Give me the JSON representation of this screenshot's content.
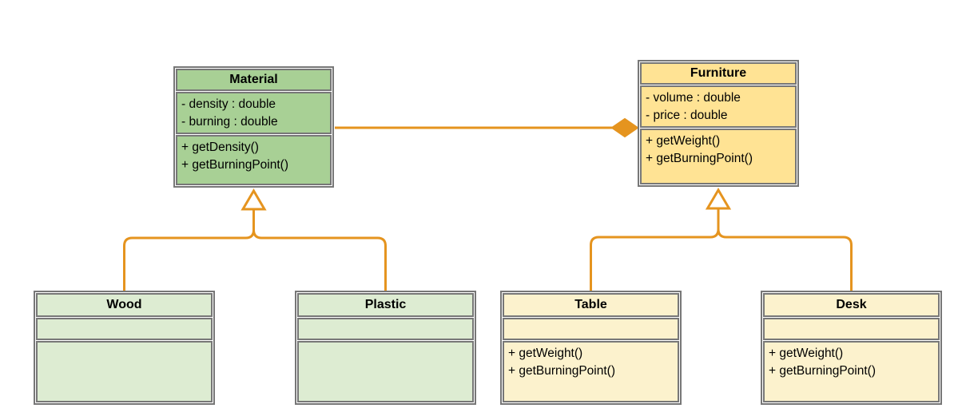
{
  "diagram": {
    "type": "uml-class-diagram",
    "colors": {
      "connector_orange": "#e5941f",
      "border_gray": "#777777",
      "green_fill": "#a8d095",
      "green_light_fill": "#ddecd2",
      "yellow_fill": "#ffe394",
      "yellow_light_fill": "#fcf2cd"
    },
    "classes": [
      {
        "name": "Material",
        "fill": "#a8d095",
        "attributes": [
          "- density : double",
          "- burning : double"
        ],
        "methods": [
          "+ getDensity()",
          "+ getBurningPoint()"
        ]
      },
      {
        "name": "Furniture",
        "fill": "#ffe394",
        "attributes": [
          "- volume : double",
          "- price : double"
        ],
        "methods": [
          "+ getWeight()",
          "+ getBurningPoint()"
        ]
      },
      {
        "name": "Wood",
        "fill": "#ddecd2",
        "attributes": [],
        "methods": []
      },
      {
        "name": "Plastic",
        "fill": "#ddecd2",
        "attributes": [],
        "methods": []
      },
      {
        "name": "Table",
        "fill": "#fcf2cd",
        "attributes": [],
        "methods": [
          "+ getWeight()",
          "+ getBurningPoint()"
        ]
      },
      {
        "name": "Desk",
        "fill": "#fcf2cd",
        "attributes": [],
        "methods": [
          "+ getWeight()",
          "+ getBurningPoint()"
        ]
      }
    ],
    "relationships": [
      {
        "type": "composition",
        "whole": "Furniture",
        "part": "Material"
      },
      {
        "type": "generalization",
        "child": "Wood",
        "parent": "Material"
      },
      {
        "type": "generalization",
        "child": "Plastic",
        "parent": "Material"
      },
      {
        "type": "generalization",
        "child": "Table",
        "parent": "Furniture"
      },
      {
        "type": "generalization",
        "child": "Desk",
        "parent": "Furniture"
      }
    ]
  }
}
